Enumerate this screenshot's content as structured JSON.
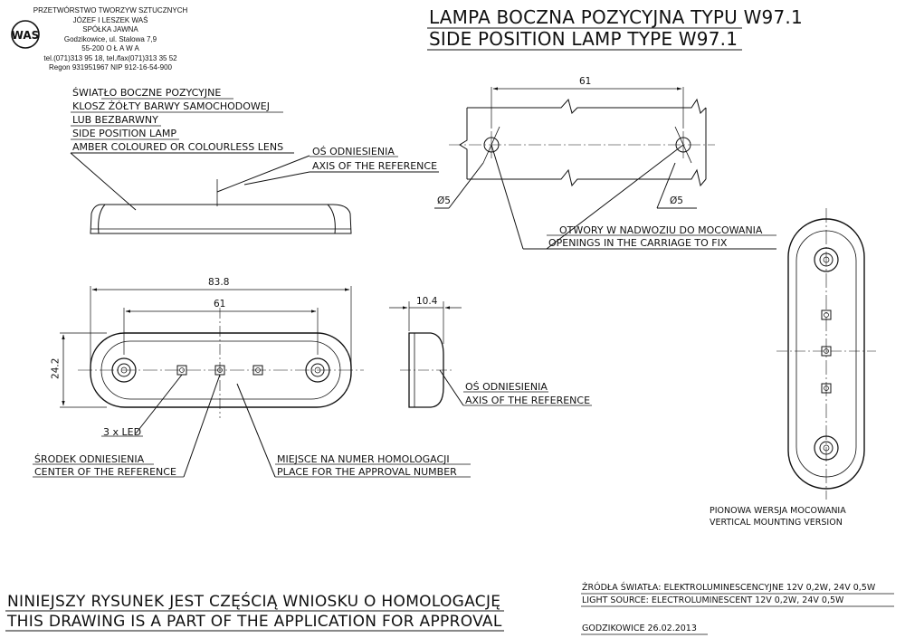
{
  "company": {
    "logo_text": "WAS",
    "line1": "PRZETWÓRSTWO TWORZYW SZTUCZNYCH",
    "line2": "JÓZEF I LESZEK WAŚ",
    "line3": "SPÓŁKA JAWNA",
    "line4": "Godzikowice, ul. Stalowa 7,9",
    "line5": "55-200   O Ł A W A",
    "line6": "tel.(071)313 95 18, tel./fax(071)313 35 52",
    "line7": "Regon 931951967 NIP 912-16-54-900"
  },
  "title": {
    "pl": "LAMPA BOCZNA POZYCYJNA TYPU W97.1",
    "en": "SIDE POSITION LAMP TYPE W97.1"
  },
  "side_view_labels": {
    "l1": "ŚWIATŁO BOCZNE POZYCYJNE",
    "l2": "KLOSZ ŻÓŁTY BARWY SAMOCHODOWEJ",
    "l3": "LUB BEZBARWNY",
    "l4": "SIDE POSITION LAMP",
    "l5": "AMBER COLOURED OR COLOURLESS LENS",
    "axis_pl": "OŚ ODNIESIENIA",
    "axis_en": "AXIS OF THE REFERENCE"
  },
  "mounting_detail": {
    "dim_61": "61",
    "hole_left": "Ø5",
    "hole_right": "Ø5",
    "openings_pl": "OTWORY W NADWOZIU DO MOCOWANIA",
    "openings_en": "OPENINGS IN THE CARRIAGE TO FIX"
  },
  "front_view": {
    "dim_length": "83.8",
    "dim_holes": "61",
    "dim_height": "24.2",
    "leds": "3 x LED",
    "center_pl": "ŚRODEK ODNIESIENIA",
    "center_en": "CENTER OF THE REFERENCE",
    "approval_pl": "MIEJSCE NA NUMER HOMOLOGACJI",
    "approval_en": "PLACE FOR THE APPROVAL NUMBER"
  },
  "end_view": {
    "dim_depth": "10.4",
    "axis_pl": "OŚ ODNIESIENIA",
    "axis_en": "AXIS OF THE REFERENCE"
  },
  "vertical_version": {
    "pl": "PIONOWA WERSJA MOCOWANIA",
    "en": "VERTICAL MOUNTING VERSION"
  },
  "footer": {
    "note_pl": "NINIEJSZY RYSUNEK JEST CZĘŚCIĄ WNIOSKU O  HOMOLOGACJĘ",
    "note_en": "THIS DRAWING IS A PART OF THE APPLICATION FOR  APPROVAL",
    "source_pl": "ŹRÓDŁA ŚWIATŁA: ELEKTROLUMINESCENCYJNE  12V  0,2W, 24V  0,5W",
    "source_en": "LIGHT SOURCE: ELECTROLUMINESCENT  12V  0,2W, 24V  0,5W",
    "place_date": "GODZIKOWICE   26.02.2013"
  }
}
